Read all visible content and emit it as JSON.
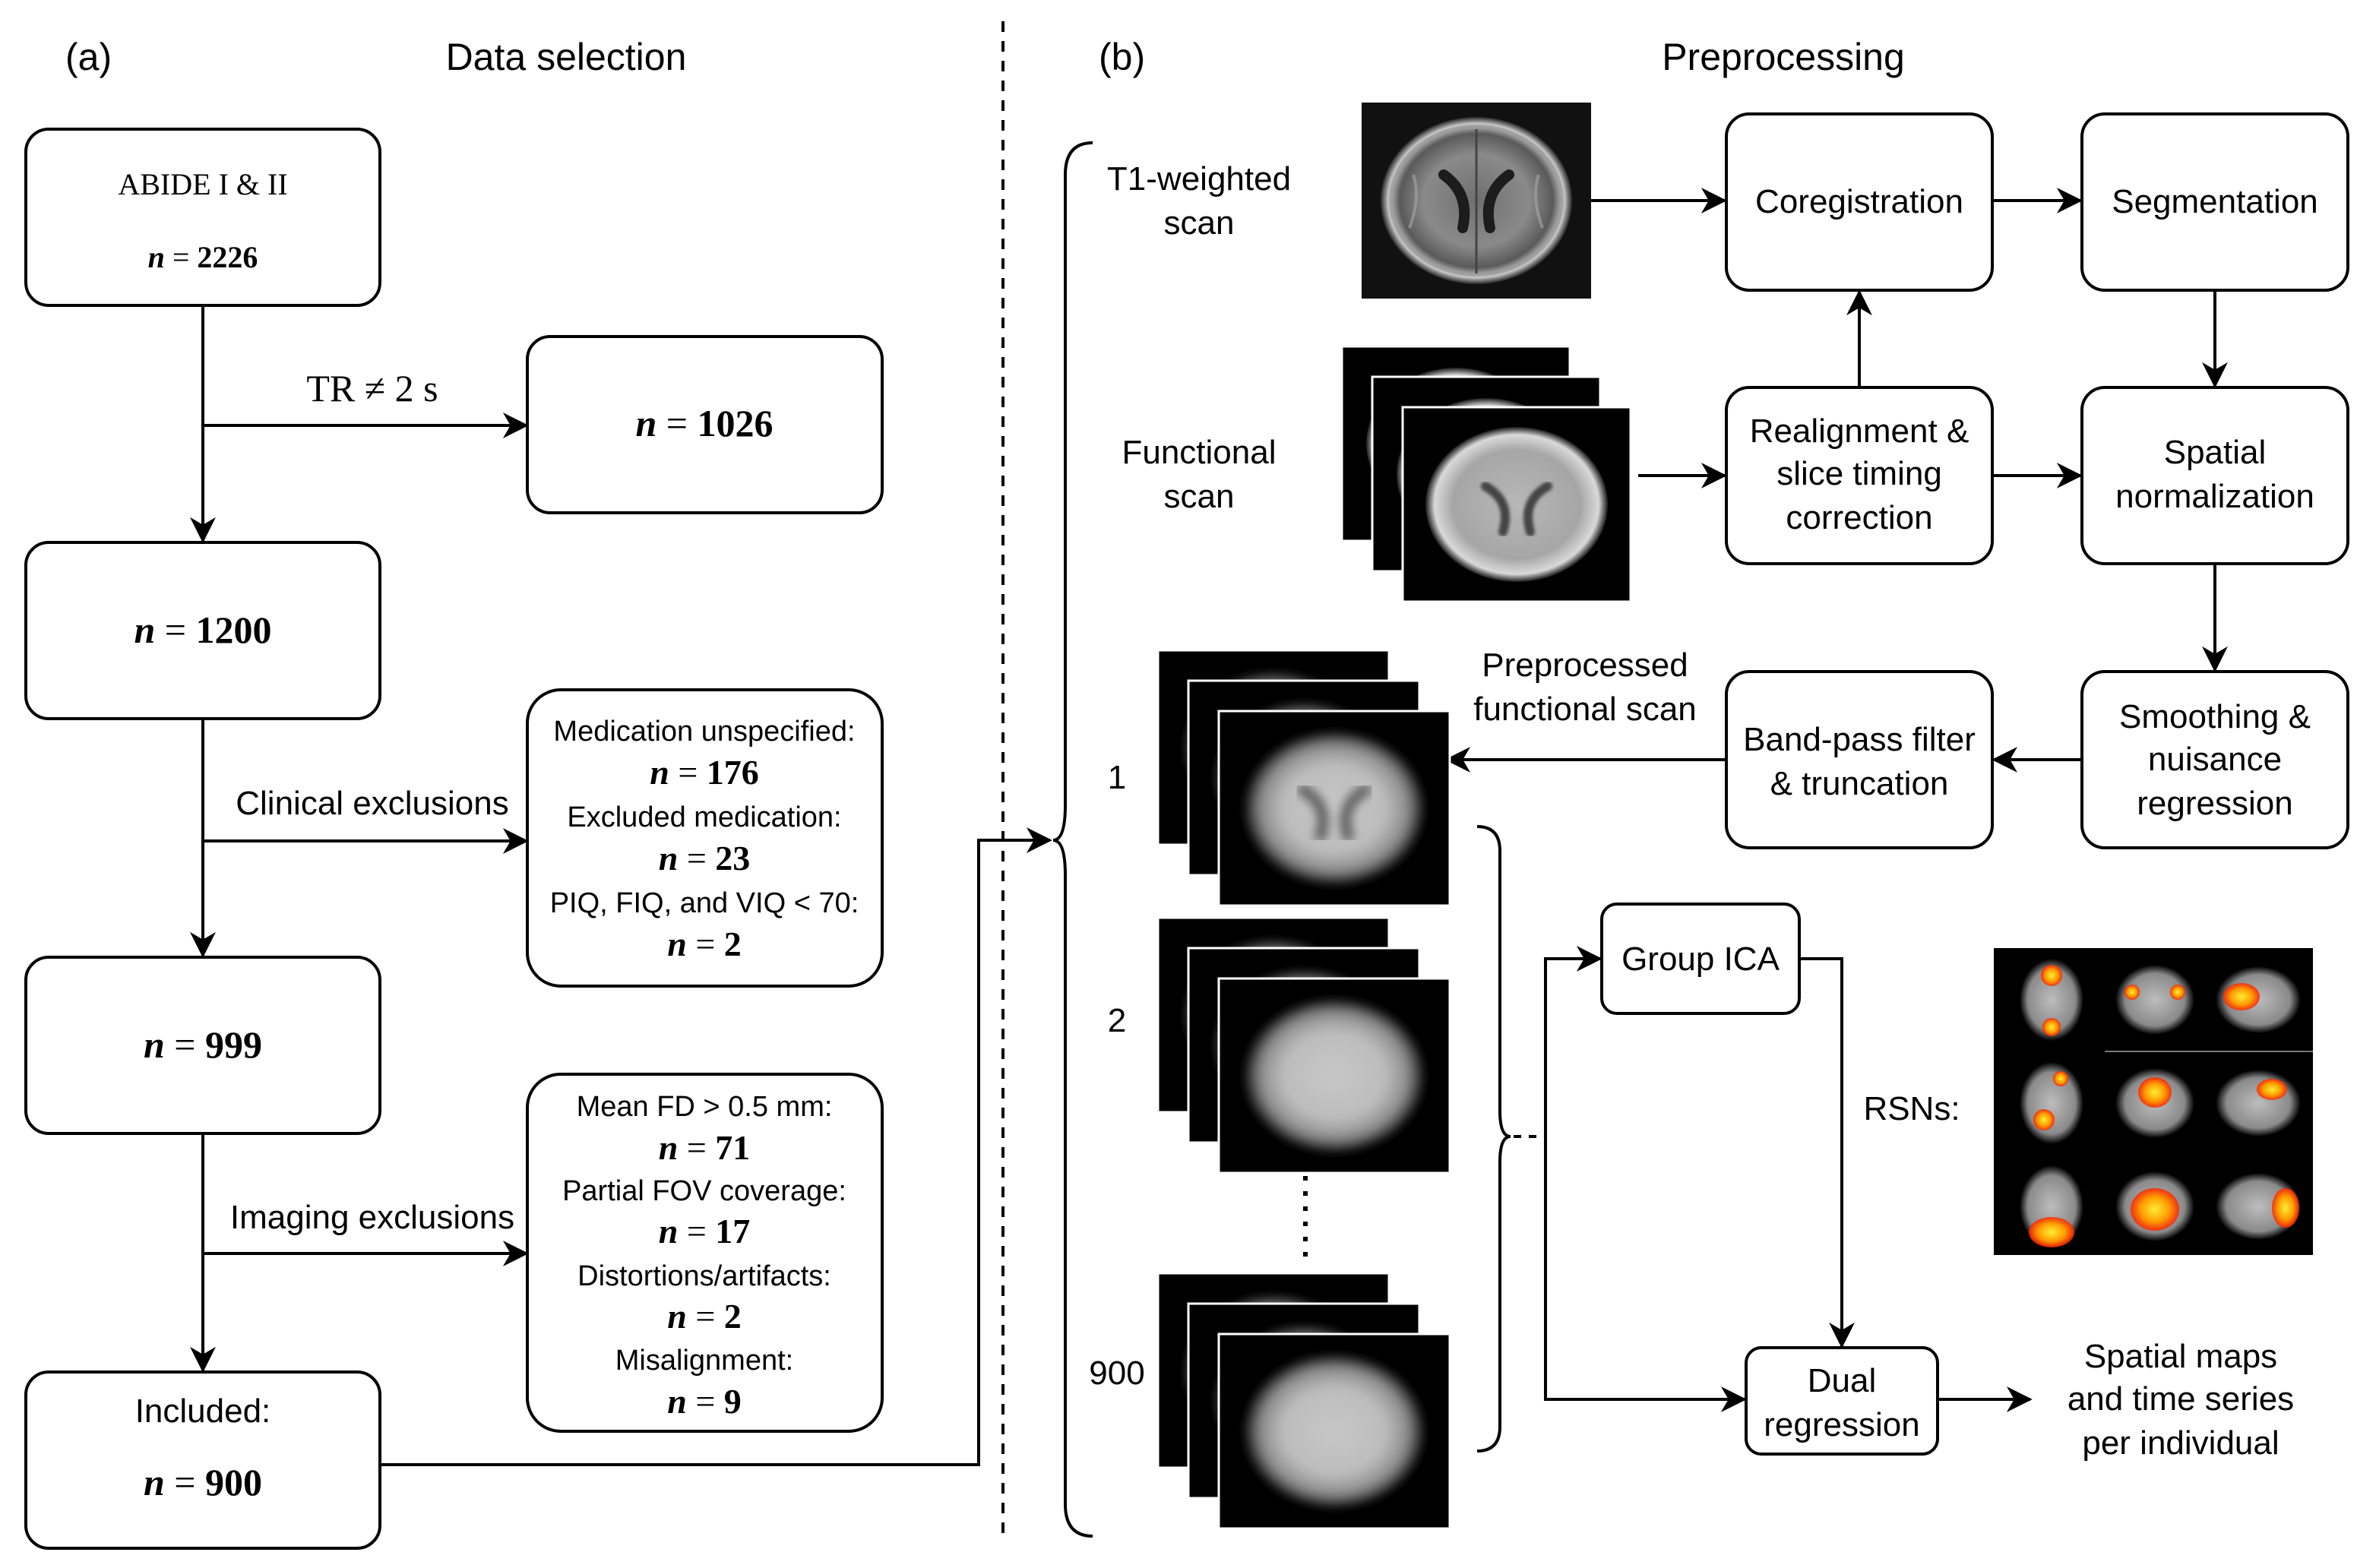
{
  "panel_a": {
    "label": "(a)",
    "title": "Data selection",
    "abide": {
      "title": "ABIDE I & II",
      "n_var": "n",
      "n_eq": " = ",
      "n_val": "2226"
    },
    "tr_exclusion": {
      "label": "TR ≠ 2 s",
      "n_var": "n",
      "n_eq": " = ",
      "n_val": "1026"
    },
    "after_tr": {
      "n_var": "n",
      "n_eq": " = ",
      "n_val": "1200"
    },
    "clinical": {
      "label": "Clinical exclusions",
      "items": [
        {
          "text": "Medication unspecified:",
          "n_var": "n",
          "n_eq": " = ",
          "n_val": "176"
        },
        {
          "text": "Excluded medication:",
          "n_var": "n",
          "n_eq": " = ",
          "n_val": "23"
        },
        {
          "text": "PIQ, FIQ, and VIQ < 70:",
          "n_var": "n",
          "n_eq": " = ",
          "n_val": "2"
        }
      ]
    },
    "after_clinical": {
      "n_var": "n",
      "n_eq": " = ",
      "n_val": "999"
    },
    "imaging": {
      "label": "Imaging exclusions",
      "items": [
        {
          "text": "Mean FD > 0.5 mm:",
          "n_var": "n",
          "n_eq": " = ",
          "n_val": "71"
        },
        {
          "text": "Partial FOV coverage:",
          "n_var": "n",
          "n_eq": " = ",
          "n_val": "17"
        },
        {
          "text": "Distortions/artifacts:",
          "n_var": "n",
          "n_eq": " = ",
          "n_val": "2"
        },
        {
          "text": "Misalignment:",
          "n_var": "n",
          "n_eq": " = ",
          "n_val": "9"
        }
      ]
    },
    "included": {
      "label": "Included:",
      "n_var": "n",
      "n_eq": " = ",
      "n_val": "900"
    }
  },
  "panel_b": {
    "label": "(b)",
    "title": "Preprocessing",
    "t1_label": [
      "T1-weighted",
      "scan"
    ],
    "functional_label": [
      "Functional",
      "scan"
    ],
    "steps": {
      "coregistration": [
        "Coregistration"
      ],
      "segmentation": [
        "Segmentation"
      ],
      "realignment": [
        "Realignment &",
        "slice timing",
        "correction"
      ],
      "normalization": [
        "Spatial",
        "normalization"
      ],
      "smoothing": [
        "Smoothing &",
        "nuisance",
        "regression"
      ],
      "bandpass": [
        "Band-pass filter",
        "& truncation"
      ]
    },
    "preprocessed_label": [
      "Preprocessed",
      "functional scan"
    ],
    "subjects": [
      "1",
      "2",
      "900"
    ],
    "group_ica": "Group ICA",
    "rsns": "RSNs:",
    "dual_regression": [
      "Dual",
      "regression"
    ],
    "output": [
      "Spatial maps",
      "and time series",
      "per individual"
    ]
  },
  "colors": {
    "stroke": "#000000",
    "background": "#ffffff",
    "scan_background": "#000000",
    "activation_hot": "#ff3300",
    "activation_warm": "#ffcc00"
  },
  "icons": {
    "t1_scan": "brain-mri-t1-image",
    "functional_scan": "brain-mri-fmri-stack",
    "preprocessed_scans": "blurred-brain-stack",
    "rsn_maps": "brain-activation-maps"
  }
}
